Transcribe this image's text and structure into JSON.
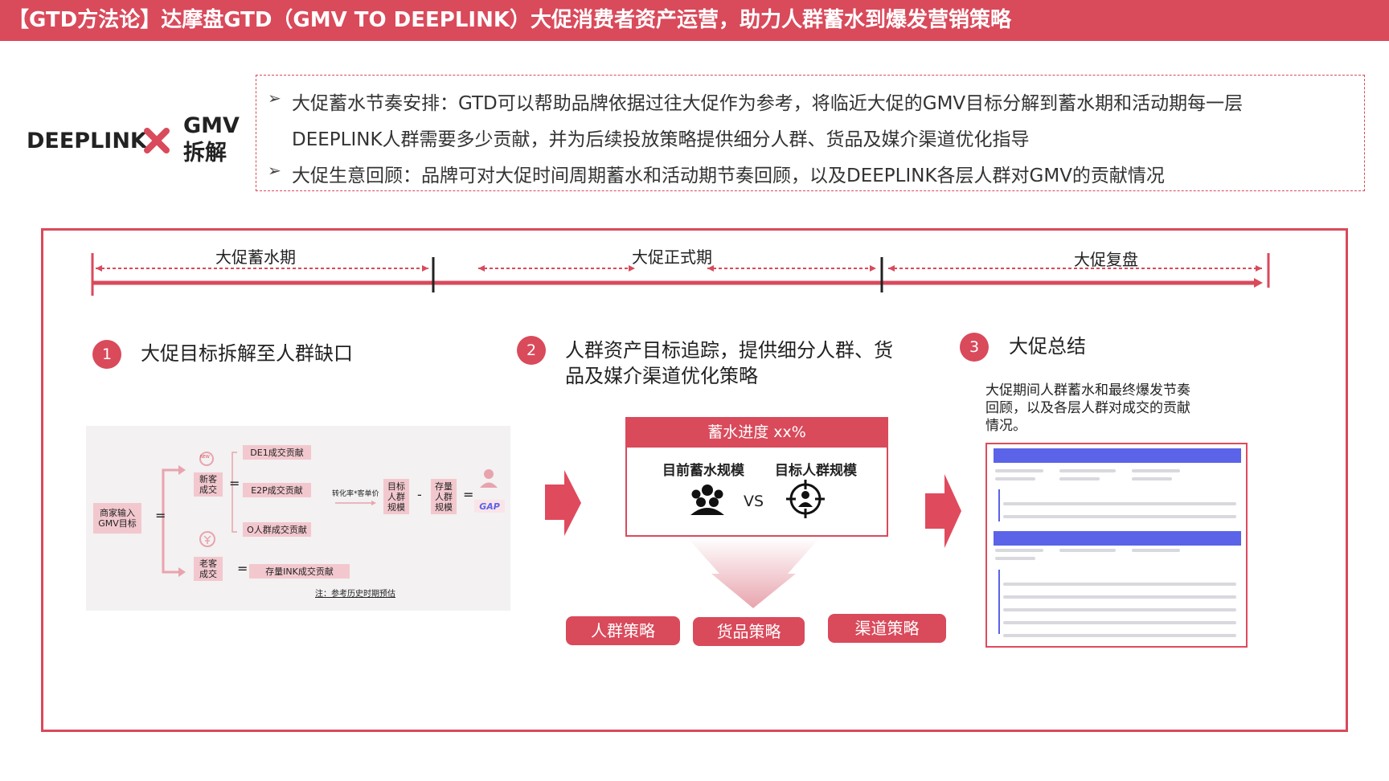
{
  "title": "【GTD方法论】达摩盘GTD（GMV TO DEEPLINK）大促消费者资产运营，助力人群蓄水到爆发营销策略",
  "brand": {
    "deeplink": "DEEPLINK",
    "gmv_line1": "GMV",
    "gmv_line2": "拆解",
    "accent": "#d94a5b"
  },
  "notes": [
    "大促蓄水节奏安排：GTD可以帮助品牌依据过往大促作为参考，将临近大促的GMV目标分解到蓄水期和活动期每一层",
    "DEEPLINK人群需要多少贡献，并为后续投放策略提供细分人群、货品及媒介渠道优化指导",
    "大促生意回顾：品牌可对大促时间周期蓄水和活动期节奏回顾，以及DEEPLINK各层人群对GMV的贡献情况"
  ],
  "timeline": {
    "phases": [
      "大促蓄水期",
      "大促正式期",
      "大促复盘"
    ]
  },
  "steps": [
    {
      "num": "1",
      "title": "大促目标拆解至人群缺口"
    },
    {
      "num": "2",
      "title_line1": "人群资产目标追踪，提供细分人群、货",
      "title_line2": "品及媒介渠道优化策略"
    },
    {
      "num": "3",
      "title": "大促总结",
      "desc_line1": "大促期间人群蓄水和最终爆发节奏",
      "desc_line2": "回顾，以及各层人群对成交的贡献",
      "desc_line3": "情况。"
    }
  ],
  "flow": {
    "input": "商家输入\nGMV目标",
    "new_badge": "NEW",
    "new_customer": "新客\n成交",
    "old_customer": "老客\n成交",
    "de1": "DE1成交贡献",
    "e2p": "E2P成交贡献",
    "o_crowd": "O人群成交贡献",
    "conversion": "转化率*客单价",
    "target_scale": "目标\n人群\n规模",
    "stock_scale": "存量\n人群\n规模",
    "stock_ink": "存量INK成交贡献",
    "gap": "GAP",
    "note": "注：参考历史时期预估",
    "eq": "=",
    "minus": "-"
  },
  "storage": {
    "header": "蓄水进度 xx%",
    "current": "目前蓄水规模",
    "target": "目标人群规模",
    "vs": "VS"
  },
  "strategies": [
    "人群策略",
    "货品策略",
    "渠道策略"
  ]
}
